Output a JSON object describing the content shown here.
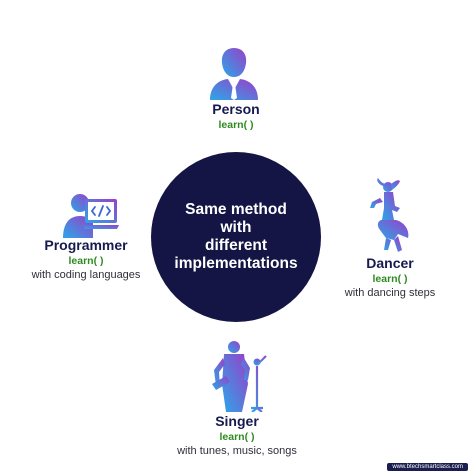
{
  "center": {
    "lines": [
      "Same method",
      "with",
      "different",
      "implementations"
    ]
  },
  "nodes": {
    "person": {
      "title": "Person",
      "method": "learn( )"
    },
    "programmer": {
      "title": "Programmer",
      "method": "learn( )",
      "description": "with coding languages"
    },
    "dancer": {
      "title": "Dancer",
      "method": "learn( )",
      "description": "with dancing steps"
    },
    "singer": {
      "title": "Singer",
      "method": "learn( )",
      "description": "with tunes, music, songs"
    }
  },
  "icons": {
    "person": "person-suit-icon",
    "programmer": "programmer-laptop-icon",
    "dancer": "dancer-icon",
    "singer": "singer-microphone-icon"
  },
  "colors": {
    "center_fill": "#141544",
    "title_text": "#161a4e",
    "method_text": "#2e8b1f",
    "icon_gradient_start": "#2aa7e8",
    "icon_gradient_end": "#9a3fc9"
  },
  "watermark": "www.btechsmartclass.com"
}
